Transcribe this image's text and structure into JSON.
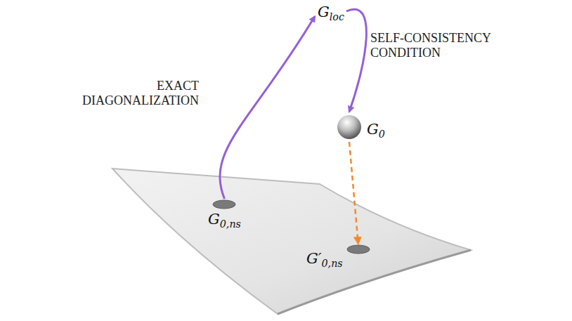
{
  "diagram": {
    "nodes": [
      {
        "text": [
          "Gloc"
        ]
      },
      {
        "text": [
          "G0"
        ]
      },
      {
        "text": [
          "G0,ns"
        ]
      },
      {
        "text": [
          "G′0,ns"
        ]
      }
    ],
    "edges": [
      {
        "from": 2,
        "to": 0,
        "arrow": "to",
        "label": "EXACT DIAGONALIZATION"
      },
      {
        "from": 0,
        "to": 1,
        "arrow": "to",
        "label": "SELF-CONSISTENCY CONDITION"
      },
      {
        "from": 1,
        "to": 3,
        "arrow": "to"
      }
    ]
  }
}
